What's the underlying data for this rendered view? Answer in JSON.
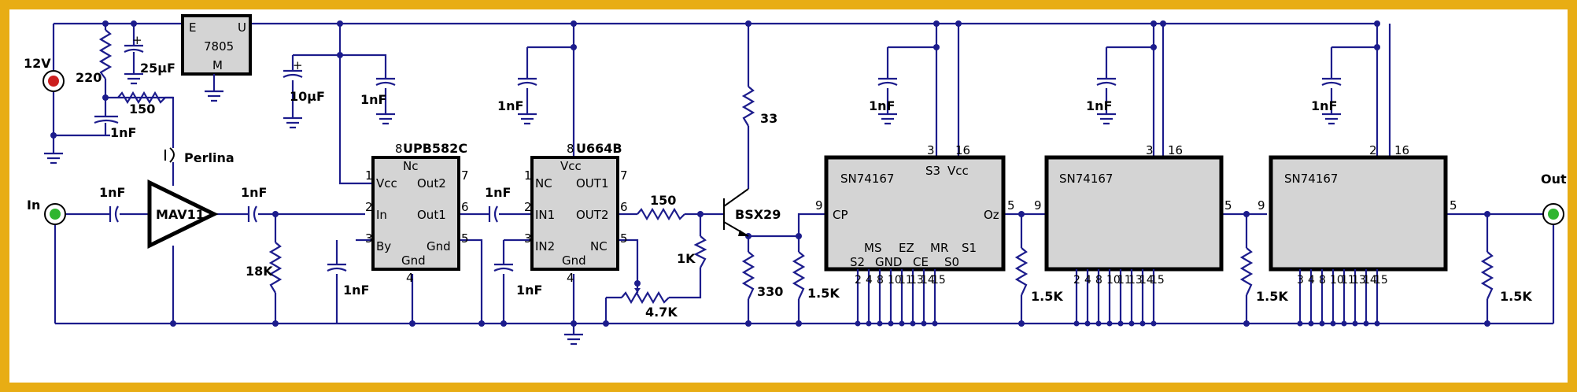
{
  "title": "",
  "colors": {
    "frame": "#e8ad14",
    "wire": "#1c1c8c",
    "chip_fill": "#d4d4d4",
    "terminal_red": "#cc1f1f",
    "terminal_green": "#2fb52f"
  },
  "power": {
    "label": "12V"
  },
  "regulator": {
    "name": "7805",
    "pin_e": "E",
    "pin_u": "U",
    "pin_m": "M"
  },
  "input": {
    "label": "In"
  },
  "output": {
    "label": "Out"
  },
  "bead": {
    "label": "Perlina"
  },
  "amp": {
    "name": "MAV11"
  },
  "components": {
    "r220": "220",
    "r150a": "150",
    "c25u": "25µF",
    "c1n_vcc": "1nF",
    "c10u": "10µF",
    "c1n_reg": "1nF",
    "c1n_in": "1nF",
    "c1n_mid": "1nF",
    "r18k": "18K",
    "c1n_upb": "1nF",
    "c1n_u664": "1nF",
    "c1n_couple": "1nF",
    "c1n_u664top": "1nF",
    "r150b": "150",
    "r1k": "1K",
    "r47k": "4.7K",
    "r33": "33",
    "r330": "330",
    "r15k_a": "1.5K",
    "transistor": "BSX29",
    "c1n_sn1": "1nF",
    "r15k_b": "1.5K",
    "c1n_sn2": "1nF",
    "r15k_c": "1.5K",
    "c1n_sn3": "1nF",
    "r15k_d": "1.5K",
    "plus": "+"
  },
  "upb": {
    "name": "UPB582C",
    "pin8": "8",
    "nc": "Nc",
    "pin1": "1",
    "vcc": "Vcc",
    "out2": "Out2",
    "pin7": "7",
    "pin2": "2",
    "in": "In",
    "out1": "Out1",
    "pin6": "6",
    "pin3": "3",
    "by": "By",
    "gnd": "Gnd",
    "pin5": "5",
    "gnd2": "Gnd",
    "pin4": "4"
  },
  "u664": {
    "name": "U664B",
    "pin8": "8",
    "vcc": "Vcc",
    "pin1": "1",
    "nc": "NC",
    "out1": "OUT1",
    "pin7": "7",
    "pin2": "2",
    "in1": "IN1",
    "out2": "OUT2",
    "pin6": "6",
    "pin3": "3",
    "in2": "IN2",
    "nc2": "NC",
    "pin5": "5",
    "gnd": "Gnd",
    "pin4": "4"
  },
  "sn1": {
    "name": "SN74167",
    "s3": "S3",
    "vcc": "Vcc",
    "p3": "3",
    "p16": "16",
    "cp": "CP",
    "p9": "9",
    "oz": "Oz",
    "p5": "5",
    "ms": "MS",
    "ez": "EZ",
    "mr": "MR",
    "s1": "S1",
    "s2": "S2",
    "gnd": "GND",
    "ce": "CE",
    "s0": "S0",
    "bottom_pins": [
      "2",
      "4",
      "8",
      "10",
      "11",
      "13",
      "14",
      "15"
    ]
  },
  "sn2": {
    "name": "SN74167",
    "p3": "3",
    "p16": "16",
    "p9": "9",
    "p5": "5",
    "bottom_pins": [
      "2",
      "4",
      "8",
      "10",
      "11",
      "13",
      "14",
      "15"
    ]
  },
  "sn3": {
    "name": "SN74167",
    "p2": "2",
    "p16": "16",
    "p9": "9",
    "p5": "5",
    "bottom_pins": [
      "3",
      "4",
      "8",
      "10",
      "11",
      "13",
      "14",
      "15"
    ]
  }
}
